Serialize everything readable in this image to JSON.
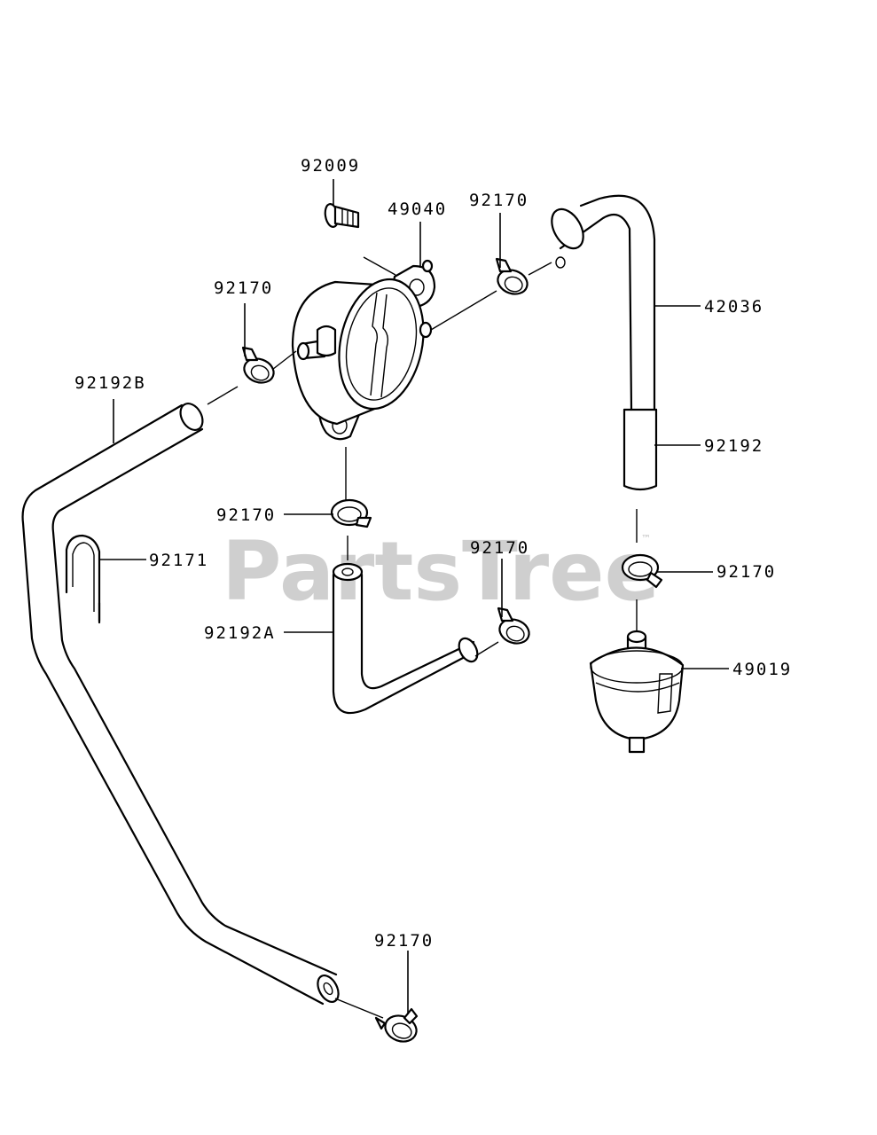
{
  "watermark": {
    "text": "PartsTree",
    "trademark": "™"
  },
  "parts": {
    "screw": "92009",
    "fuel_pump": "49040",
    "clamp_pump_right": "92170",
    "clamp_pump_left": "92170",
    "elbow_hose": "42036",
    "hose_main": "92192B",
    "hose_short": "92192",
    "clamp_pump_bottom": "92170",
    "clip": "92171",
    "clamp_hose_a": "92170",
    "clamp_filter_top": "92170",
    "hose_a": "92192A",
    "fuel_filter": "49019",
    "clamp_bottom": "92170"
  }
}
